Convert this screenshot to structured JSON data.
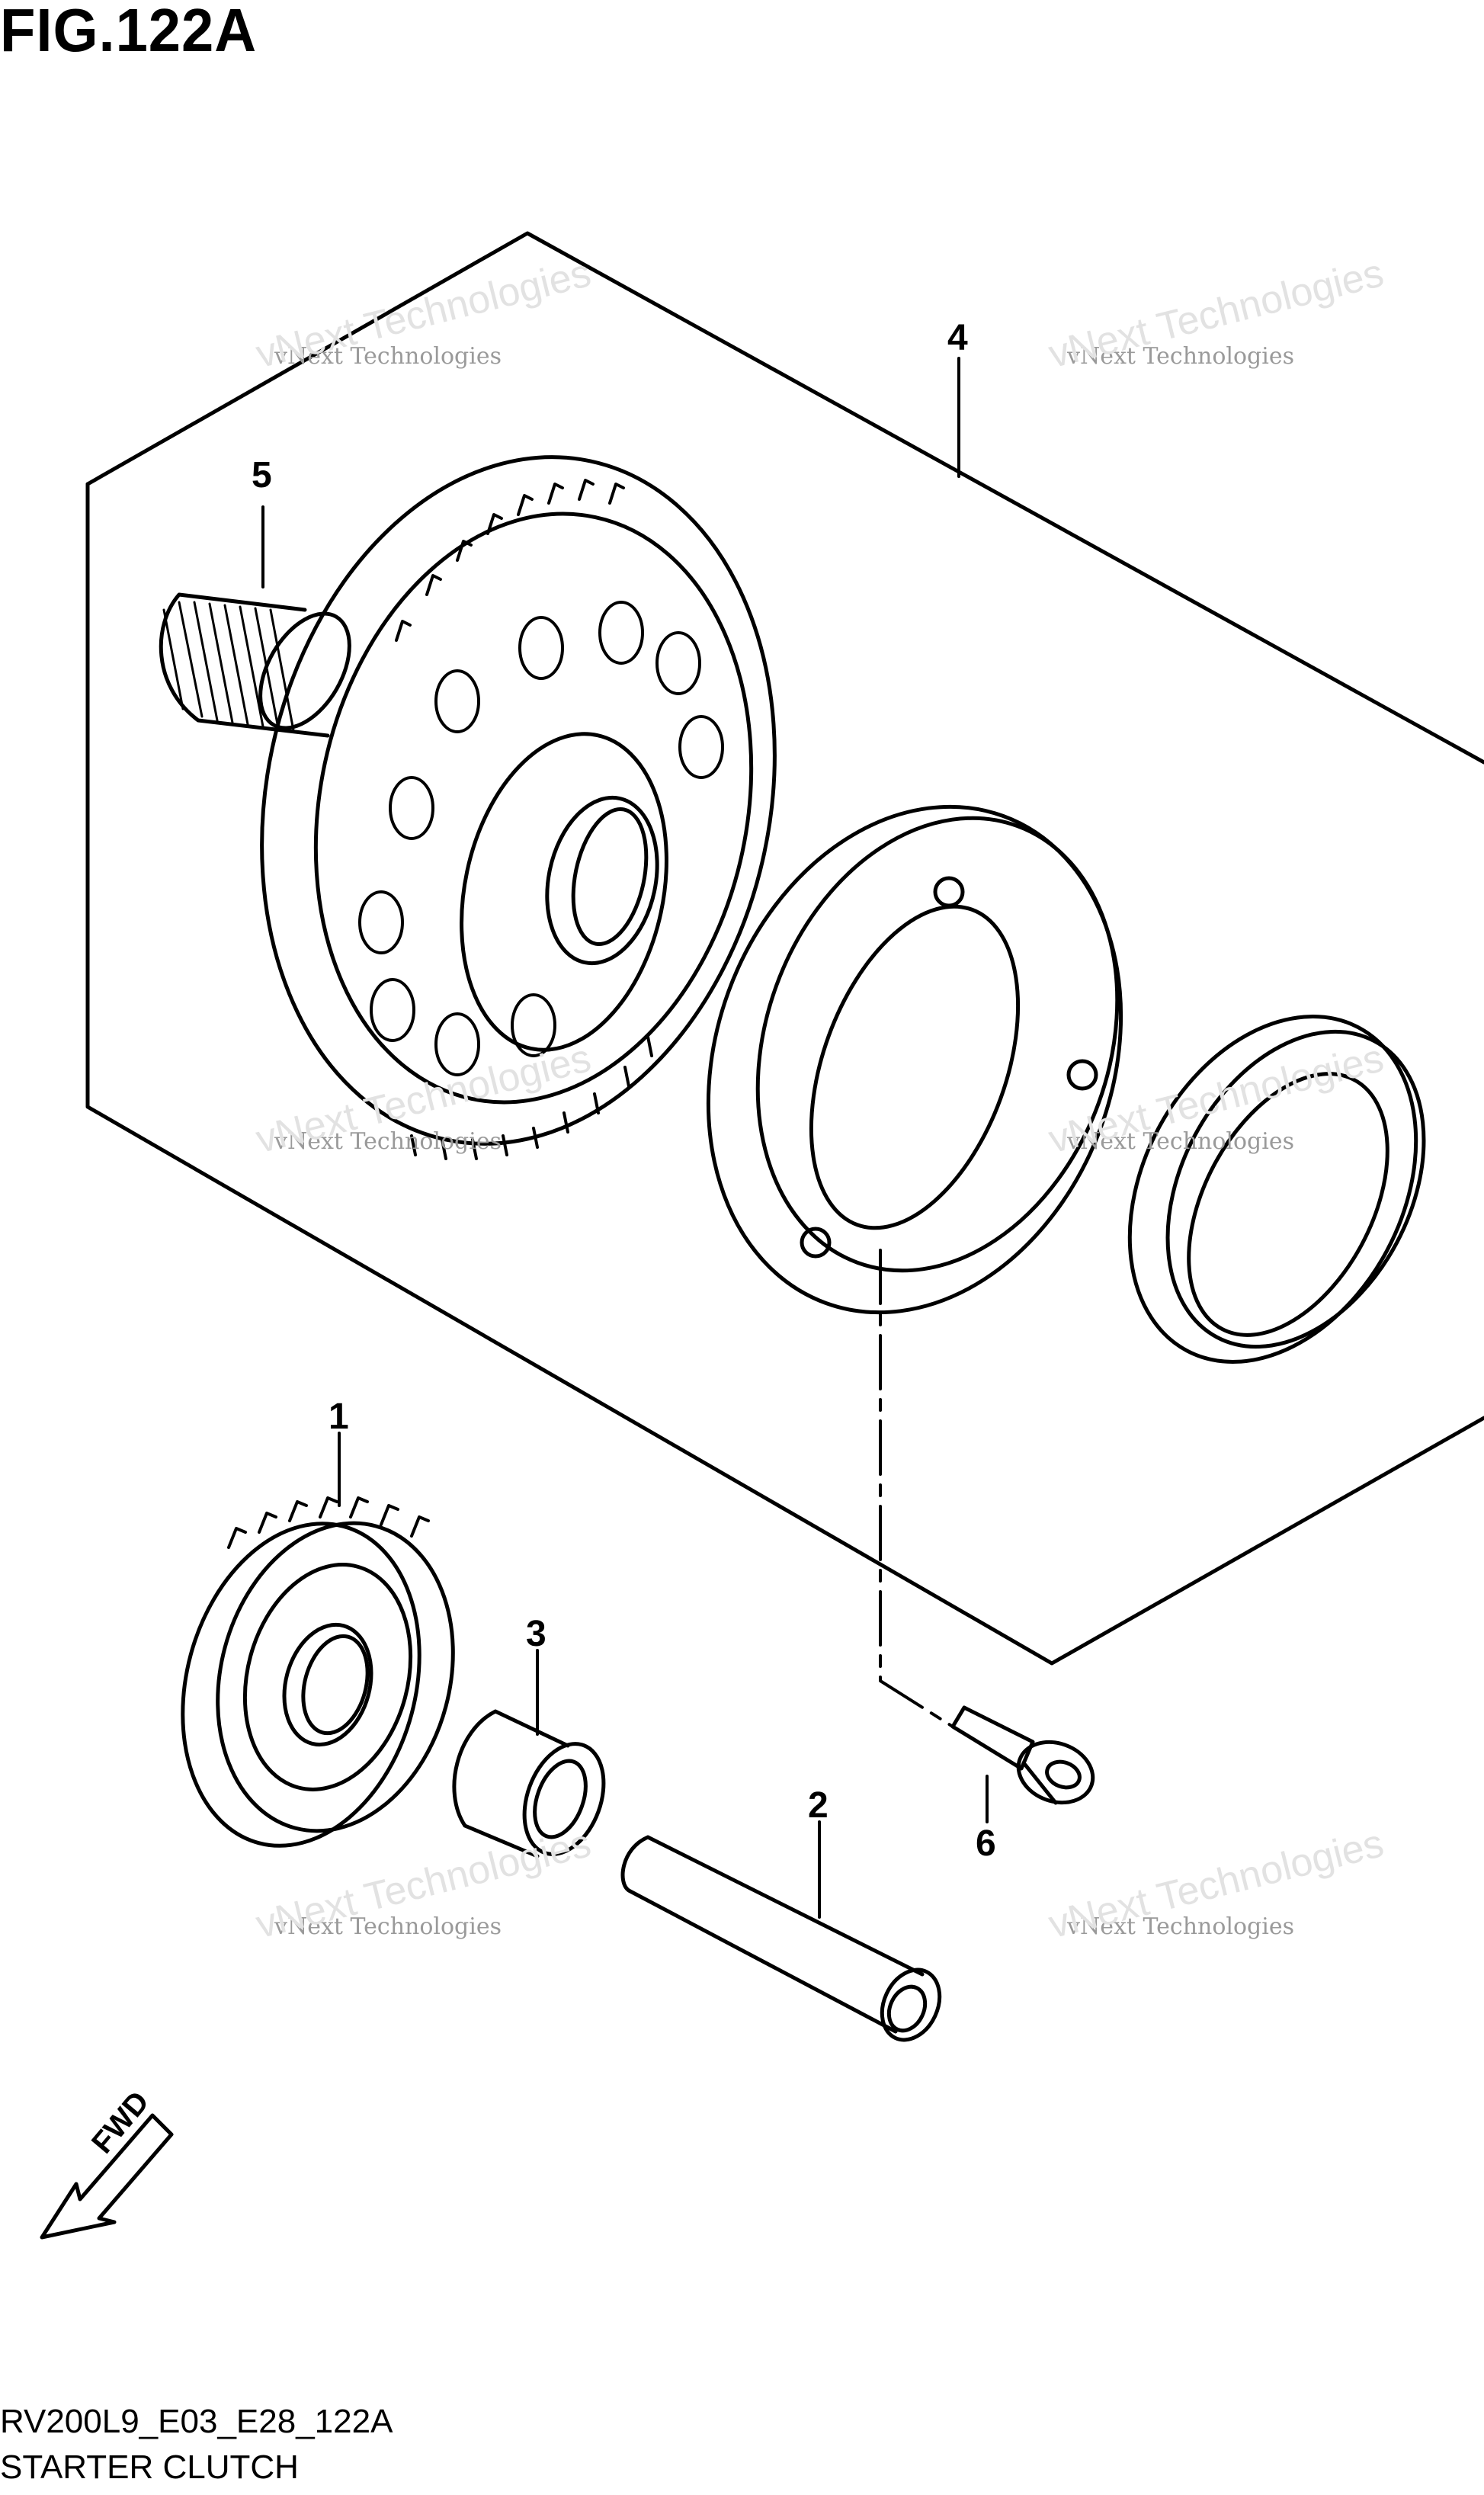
{
  "figure": {
    "title": "FIG.122A",
    "code": "RV200L9_E03_E28_122A",
    "name": "STARTER CLUTCH"
  },
  "callouts": [
    "1",
    "2",
    "3",
    "4",
    "5",
    "6"
  ],
  "direction_label": "FWD",
  "watermark": {
    "line1": "vNext Technologies",
    "line2": "vNext Technologies"
  },
  "icons": [
    "fwd-arrow-icon"
  ]
}
